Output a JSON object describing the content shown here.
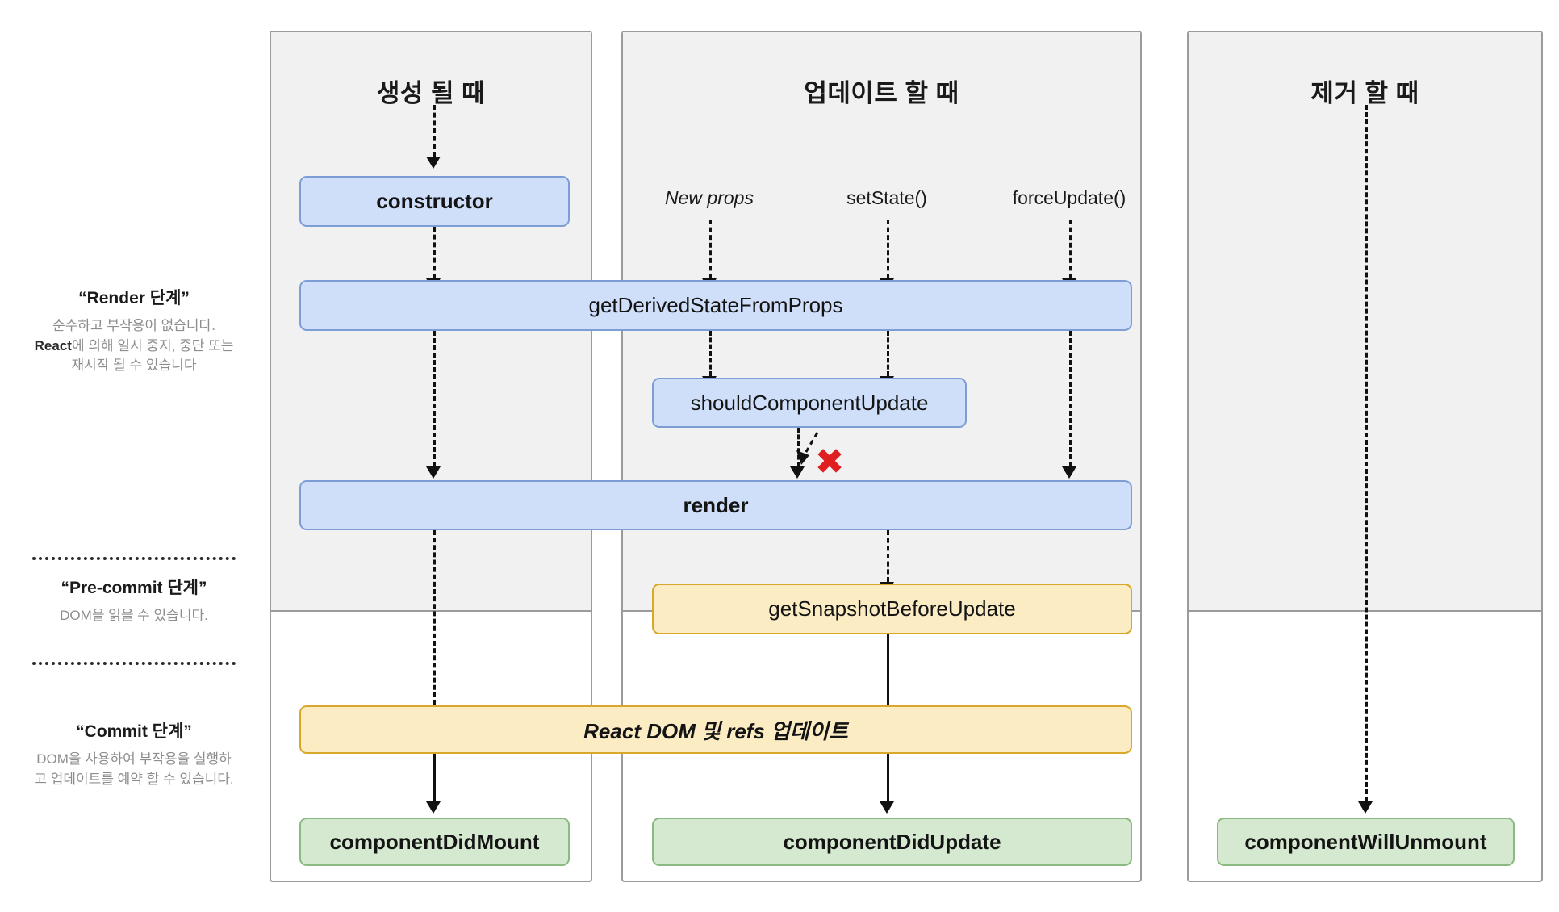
{
  "columns": [
    {
      "id": "mounting",
      "title": "생성 될 때"
    },
    {
      "id": "updating",
      "title": "업데이트 할 때"
    },
    {
      "id": "unmounting",
      "title": "제거 할 때"
    }
  ],
  "phases": [
    {
      "id": "render",
      "title": "“Render 단계”",
      "desc_parts": [
        {
          "text": "순수하고 부작용이 없습니다. ",
          "strong": false
        },
        {
          "text": "React",
          "strong": true
        },
        {
          "text": "에 의해 일시 중지, 중단 또는 재시작 될 수 있습니다",
          "strong": false
        }
      ],
      "desc_plain": "순수하고 부작용이 없습니다. React에 의해 일시 중지, 중단 또는 재시작 될 수 있습니다"
    },
    {
      "id": "pre-commit",
      "title": "“Pre-commit 단계”",
      "desc_plain": "DOM을 읽을 수 있습니다."
    },
    {
      "id": "commit",
      "title": "“Commit 단계”",
      "desc_plain": "DOM을 사용하여 부작용을 실행하고 업데이트를 예약 할 수 있습니다."
    }
  ],
  "triggers": [
    {
      "id": "new-props",
      "label": "New props",
      "italic": true
    },
    {
      "id": "set-state",
      "label": "setState()",
      "italic": false
    },
    {
      "id": "force-update",
      "label": "forceUpdate()",
      "italic": false
    }
  ],
  "nodes": [
    {
      "id": "constructor",
      "label": "constructor",
      "color": "blue",
      "style": "bold"
    },
    {
      "id": "get-derived-state",
      "label": "getDerivedStateFromProps",
      "color": "blue",
      "style": "normal"
    },
    {
      "id": "should-component-update",
      "label": "shouldComponentUpdate",
      "color": "blue",
      "style": "normal"
    },
    {
      "id": "render",
      "label": "render",
      "color": "blue",
      "style": "bold"
    },
    {
      "id": "get-snapshot-before-update",
      "label": "getSnapshotBeforeUpdate",
      "color": "yellow",
      "style": "normal"
    },
    {
      "id": "react-dom-refs-update",
      "label": "React DOM 및 refs 업데이트",
      "color": "yellow",
      "style": "italic"
    },
    {
      "id": "component-did-mount",
      "label": "componentDidMount",
      "color": "green",
      "style": "bold"
    },
    {
      "id": "component-did-update",
      "label": "componentDidUpdate",
      "color": "green",
      "style": "bold"
    },
    {
      "id": "component-will-unmount",
      "label": "componentWillUnmount",
      "color": "green",
      "style": "bold"
    }
  ],
  "annotations": [
    {
      "id": "skip-render-x",
      "symbol": "✖",
      "meaning": "shouldComponentUpdate returns false - skip render"
    }
  ],
  "colors": {
    "blue_fill": "#cfdffa",
    "blue_border": "#7d9ed4",
    "yellow_fill": "#fcecc4",
    "yellow_border": "#d8a72b",
    "green_fill": "#d5e8d0",
    "green_border": "#8cb981",
    "panel_bg": "#f1f1f1",
    "panel_border": "#9b9b9b",
    "x_red": "#e02020",
    "muted_text": "#8d8d8d"
  }
}
